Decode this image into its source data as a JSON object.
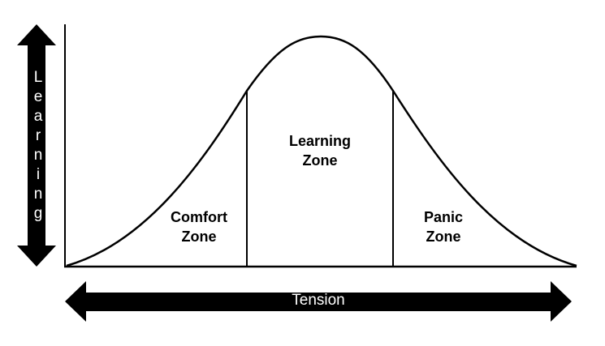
{
  "diagram": {
    "y_axis_label": "Learning",
    "x_axis_label": "Tension",
    "zones": [
      {
        "line1": "Comfort",
        "line2": "Zone"
      },
      {
        "line1": "Learning",
        "line2": "Zone"
      },
      {
        "line1": "Panic",
        "line2": "Zone"
      }
    ],
    "colors": {
      "line": "#000000",
      "arrow_fill": "#000000",
      "arrow_text": "#ffffff",
      "background": "#ffffff"
    }
  }
}
